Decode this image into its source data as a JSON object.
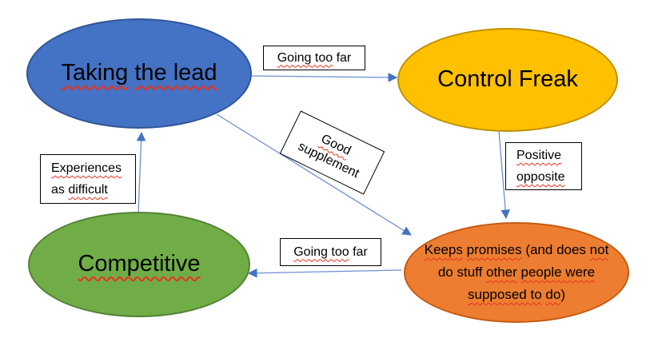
{
  "canvas": {
    "background": "#FFFFFF"
  },
  "colors": {
    "node_blue_fill": "#4472C4",
    "node_blue_border": "#2F5597",
    "node_yellow_fill": "#FFC000",
    "node_yellow_border": "#BF9000",
    "node_green_fill": "#70AD47",
    "node_green_border": "#548235",
    "node_orange_fill": "#ED7D31",
    "node_orange_border": "#C55A11",
    "arrow_line": "#6B8FD4",
    "arrow_head": "#4472C4",
    "spellcheck_underline": "#E8321F",
    "label_box_border": "#000000",
    "label_box_fill": "#FFFFFF"
  },
  "nodes": [
    {
      "id": "taking-the-lead",
      "label": "Taking the lead",
      "segments": [
        {
          "t": "Taking",
          "sq": true
        },
        {
          "t": " ",
          "sq": false
        },
        {
          "t": "the lead",
          "sq": true
        }
      ]
    },
    {
      "id": "control-freak",
      "label": "Control Freak",
      "segments": [
        {
          "t": "Control Freak",
          "sq": false
        }
      ]
    },
    {
      "id": "competitive",
      "label": "Competitive",
      "segments": [
        {
          "t": "Competitive",
          "sq": true
        }
      ]
    },
    {
      "id": "keeps-promises",
      "label": "Keeps promises (and does not do stuff other people were supposed to do)",
      "segments": [
        {
          "t": "Keeps",
          "sq": true
        },
        {
          "t": " ",
          "sq": false
        },
        {
          "t": "promises",
          "sq": true
        },
        {
          "t": " (and does ",
          "sq": false
        },
        {
          "t": "not",
          "sq": true
        },
        {
          "br": true
        },
        {
          "t": "do stuff ",
          "sq": false
        },
        {
          "t": "other",
          "sq": true
        },
        {
          "t": " ",
          "sq": false
        },
        {
          "t": "people were",
          "sq": true
        },
        {
          "br": true
        },
        {
          "t": "supposed to",
          "sq": true
        },
        {
          "t": " ",
          "sq": false
        },
        {
          "t": "do",
          "sq": true
        },
        {
          "t": ")",
          "sq": false
        }
      ]
    }
  ],
  "edge_labels": [
    {
      "id": "going-too-far-top",
      "label": "Going too far",
      "segments": [
        {
          "t": "Going too",
          "sq": true
        },
        {
          "t": " far",
          "sq": false
        }
      ]
    },
    {
      "id": "good-supplement",
      "label": "Good supplement",
      "rotation_deg": 26,
      "segments": [
        {
          "t": "Good",
          "sq": true
        },
        {
          "br": true
        },
        {
          "t": "supplement",
          "sq": false
        }
      ]
    },
    {
      "id": "positive-opposite",
      "label": "Positive opposite",
      "segments": [
        {
          "t": "Positive",
          "sq": true
        },
        {
          "br": true
        },
        {
          "t": "opposite",
          "sq": true
        }
      ]
    },
    {
      "id": "experiences-as-difficult",
      "label": "Experiences as difficult",
      "segments": [
        {
          "t": "Experiences",
          "sq": true
        },
        {
          "br": true
        },
        {
          "t": "as ",
          "sq": false
        },
        {
          "t": "difficult",
          "sq": true
        }
      ]
    },
    {
      "id": "going-too-far-bottom",
      "label": "Going too far",
      "segments": [
        {
          "t": "Going too",
          "sq": true
        },
        {
          "t": " far",
          "sq": false
        }
      ]
    }
  ],
  "edges": [
    {
      "from": "taking-the-lead",
      "to": "control-freak",
      "label": "Going too far"
    },
    {
      "from": "control-freak",
      "to": "keeps-promises",
      "label": "Positive opposite"
    },
    {
      "from": "taking-the-lead",
      "to": "keeps-promises",
      "label": "Good supplement"
    },
    {
      "from": "keeps-promises",
      "to": "competitive",
      "label": "Going too far"
    },
    {
      "from": "competitive",
      "to": "taking-the-lead",
      "label": "Experiences as difficult"
    }
  ]
}
